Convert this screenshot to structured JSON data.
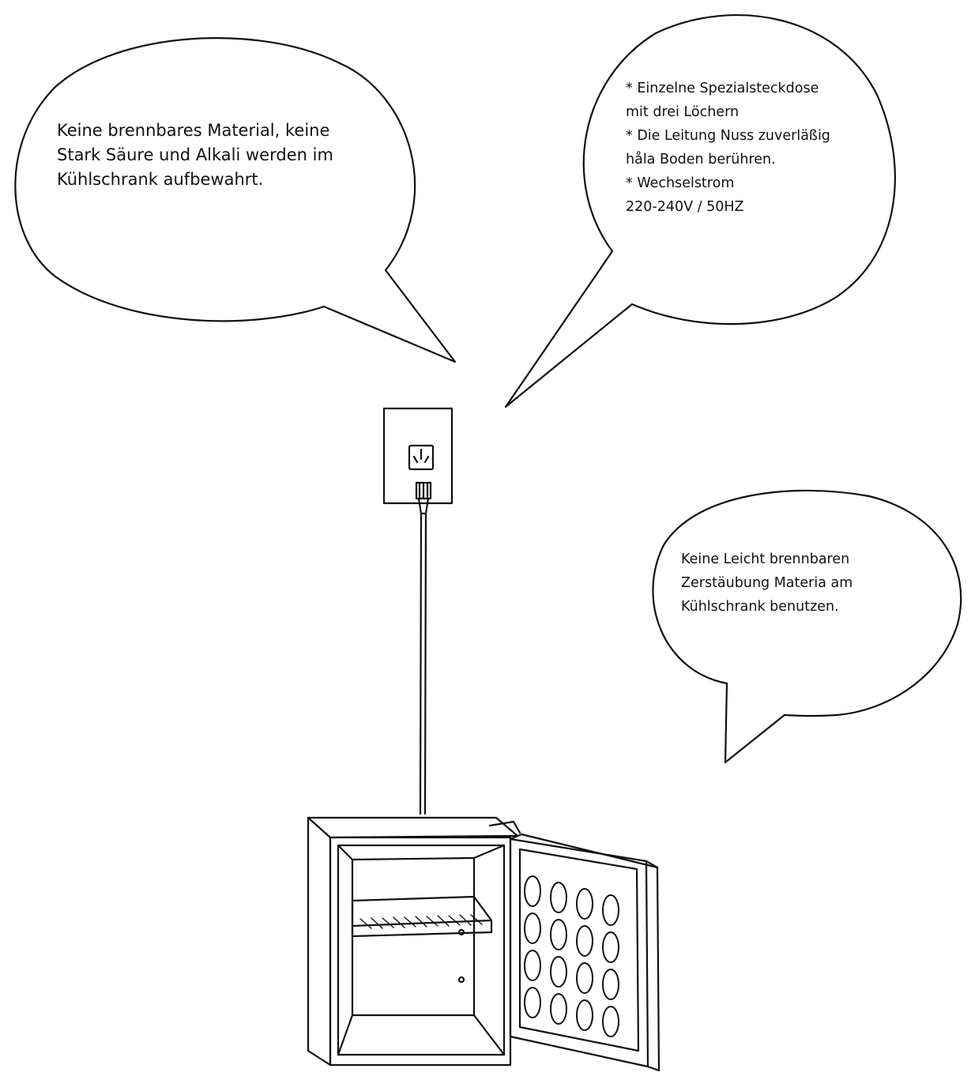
{
  "bubbles": {
    "left": {
      "lines": [
        "Keine brennbares Material, keine",
        "Stark Säure und Alkali werden im",
        "Kühlschrank aufbewahrt."
      ]
    },
    "right_top": {
      "lines": [
        "* Einzelne Spezialsteckdose",
        "mit drei Löchern",
        "* Die Leitung Nuss zuverläßig",
        "håla Boden berühren.",
        "* Wechselstrom",
        "220-240V / 50HZ"
      ]
    },
    "right_middle": {
      "lines": [
        "Keine Leicht brennbaren",
        "Zerstäubung Materia am",
        "Kühlschrank benutzen."
      ]
    }
  },
  "colors": {
    "line": "#111111",
    "background": "#ffffff"
  },
  "icons": {
    "socket": "ground-socket-icon",
    "plug": "power-plug-icon",
    "fridge": "mini-fridge-open-door"
  },
  "fridge_door_dimples": {
    "rows": 4,
    "columns": 4
  }
}
